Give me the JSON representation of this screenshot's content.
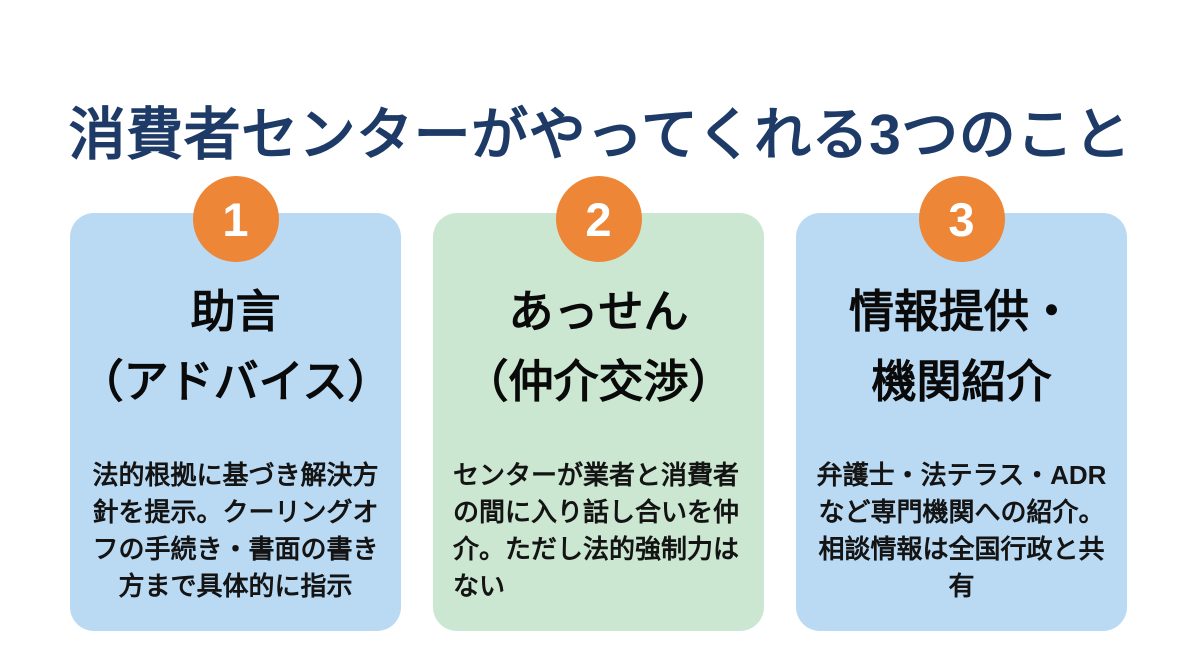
{
  "page": {
    "title": "消費者センターがやってくれる3つのこと"
  },
  "colors": {
    "title_navy": "#1E3B68",
    "badge_orange": "#ED8637",
    "badge_number": "#FFFFFF",
    "card_blue": "#BADAF4",
    "card_green": "#CBE7D1",
    "card_text": "#141414",
    "background": "#FFFFFF"
  },
  "cards": [
    {
      "number": "1",
      "title": "助言\n（アドバイス）",
      "body": "法的根拠に基づき解決方針を提示。クーリングオフの手続き・書面の書き方まで具体的に指示"
    },
    {
      "number": "2",
      "title": "あっせん\n（仲介交渉）",
      "body": "センターが業者と消費者の間に入り話し合いを仲介。ただし法的強制力はない"
    },
    {
      "number": "3",
      "title": "情報提供・\n機関紹介",
      "body": "弁護士・法テラス・ADRなど専門機関への紹介。相談情報は全国行政と共有"
    }
  ]
}
